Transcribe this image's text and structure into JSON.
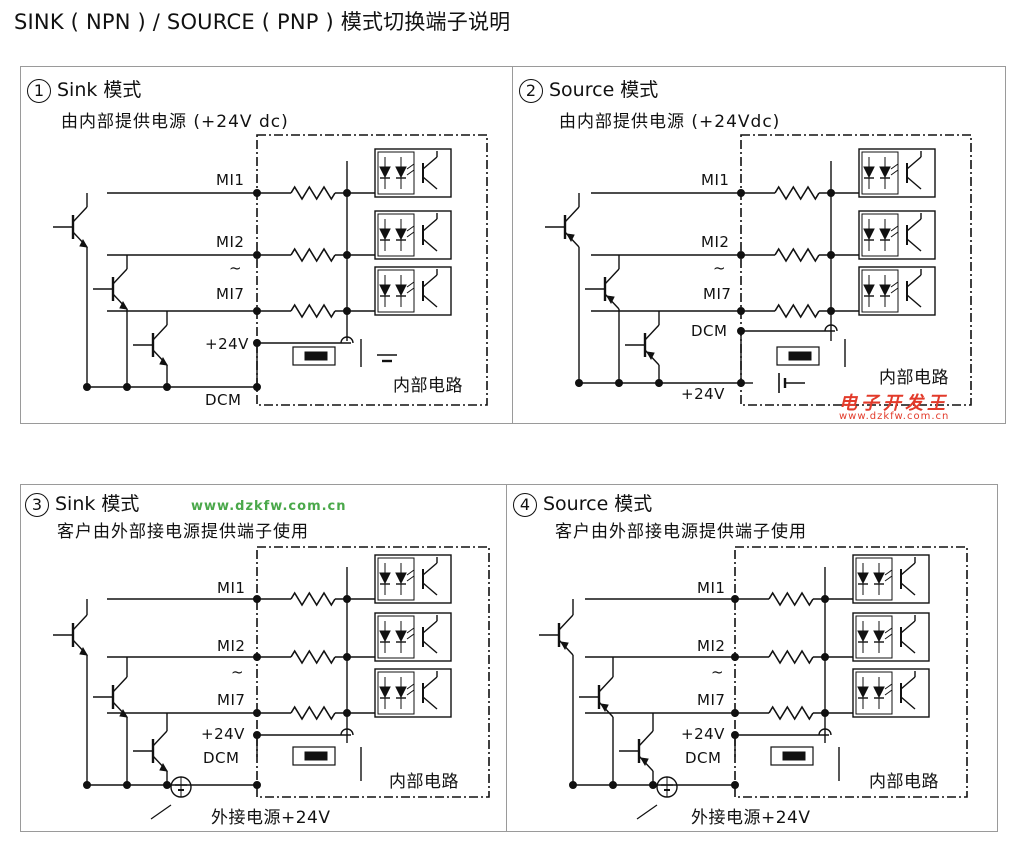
{
  "page_title": "SINK ( NPN ) / SOURCE ( PNP ) 模式切换端子说明",
  "panels": {
    "p1": {
      "num": "1",
      "title": "Sink 模式",
      "subtitle": "由内部提供电源 (+24V dc)",
      "labels": {
        "mi1": "MI1",
        "mi2": "MI2",
        "tilde": "~",
        "mi7": "MI7",
        "v24": "+24V",
        "dcm": "DCM",
        "internal": "内部电路"
      }
    },
    "p2": {
      "num": "2",
      "title": "Source 模式",
      "subtitle": "由内部提供电源 (+24Vdc)",
      "labels": {
        "mi1": "MI1",
        "mi2": "MI2",
        "tilde": "~",
        "mi7": "MI7",
        "dcm": "DCM",
        "v24": "+24V",
        "internal": "内部电路"
      }
    },
    "p3": {
      "num": "3",
      "title": "Sink 模式",
      "subtitle": "客户由外部接电源提供端子使用",
      "labels": {
        "mi1": "MI1",
        "mi2": "MI2",
        "tilde": "~",
        "mi7": "MI7",
        "v24": "+24V",
        "dcm": "DCM",
        "internal": "内部电路",
        "ext": "外接电源+24V"
      }
    },
    "p4": {
      "num": "4",
      "title": "Source 模式",
      "subtitle": "客户由外部接电源提供端子使用",
      "labels": {
        "mi1": "MI1",
        "mi2": "MI2",
        "tilde": "~",
        "mi7": "MI7",
        "v24": "+24V",
        "dcm": "DCM",
        "internal": "内部电路",
        "ext": "外接电源+24V"
      }
    }
  },
  "watermarks": {
    "brand_cn": "电子开发王",
    "url_small": "www.dzkfw.com.cn",
    "url_green": "www.dzkfw.com.cn"
  },
  "colors": {
    "line": "#111111",
    "border": "#9a9a9a",
    "watermark_green": "#4aa84a",
    "watermark_red": "#e23a2a"
  }
}
